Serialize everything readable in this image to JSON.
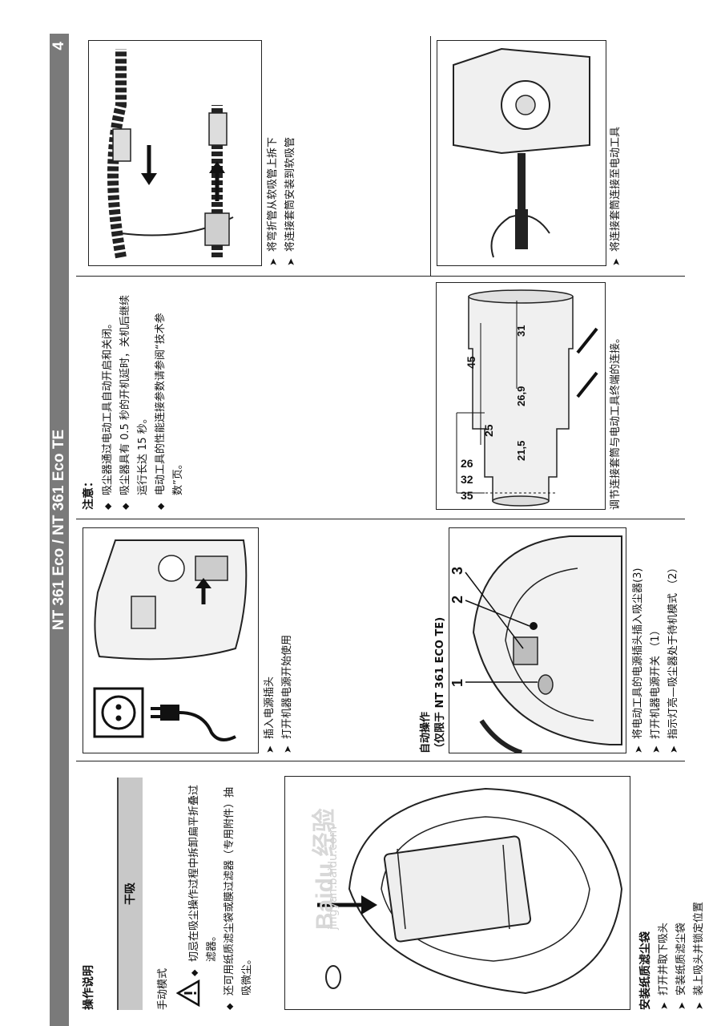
{
  "header": {
    "title": "NT 361 Eco / NT 361 Eco TE",
    "page_number": "4"
  },
  "col1": {
    "heading": "操作说明",
    "bar_label": "干吸",
    "mode": "手动模式",
    "warnings": [
      "切忌在吸尘操作过程中拆卸扁平折叠过滤器。",
      "还可用纸质滤尘袋或膜过滤器（专用附件）抽吸微尘。"
    ],
    "bag_heading": "安装纸质滤尘袋",
    "bag_steps": [
      "打开并取下吸头",
      "安装纸质滤尘袋",
      "装上吸头并锁定位置"
    ],
    "watermark": "Baidu 经验",
    "watermark_url": "jingyan.baidu.com"
  },
  "col2": {
    "steps": [
      "插入电源插头",
      "打开机器电源开始使用"
    ],
    "auto_heading": "自动操作",
    "auto_sub": "（仅限于 NT 361 ECO TE)",
    "callouts": [
      "1",
      "2",
      "3"
    ],
    "auto_steps": [
      "将电动工具的电源插头插入吸尘器(3)",
      "打开机器电源开关 （1）",
      "指示灯亮—吸尘器处于待机模式 （2）"
    ]
  },
  "col3": {
    "note_title": "注意：",
    "notes": [
      "吸尘器通过电动工具自动开启和关闭。",
      "吸尘器具有 0.5 秒的开机延时，关机后继续运行长达 15 秒。",
      "电动工具的性能连接参数请参阅“技术参数”页。"
    ],
    "dimensions": [
      "35",
      "32",
      "26",
      "21,5",
      "26,9",
      "31",
      "25",
      "45"
    ],
    "caption": "调节连接套筒与电动工具终端的连接。"
  },
  "col4": {
    "steps_top": [
      "将弯折管从软吸管上拆下",
      "将连接套筒安装到软吸管"
    ],
    "steps_bottom": [
      "将连接套筒连接至电动工具"
    ]
  }
}
